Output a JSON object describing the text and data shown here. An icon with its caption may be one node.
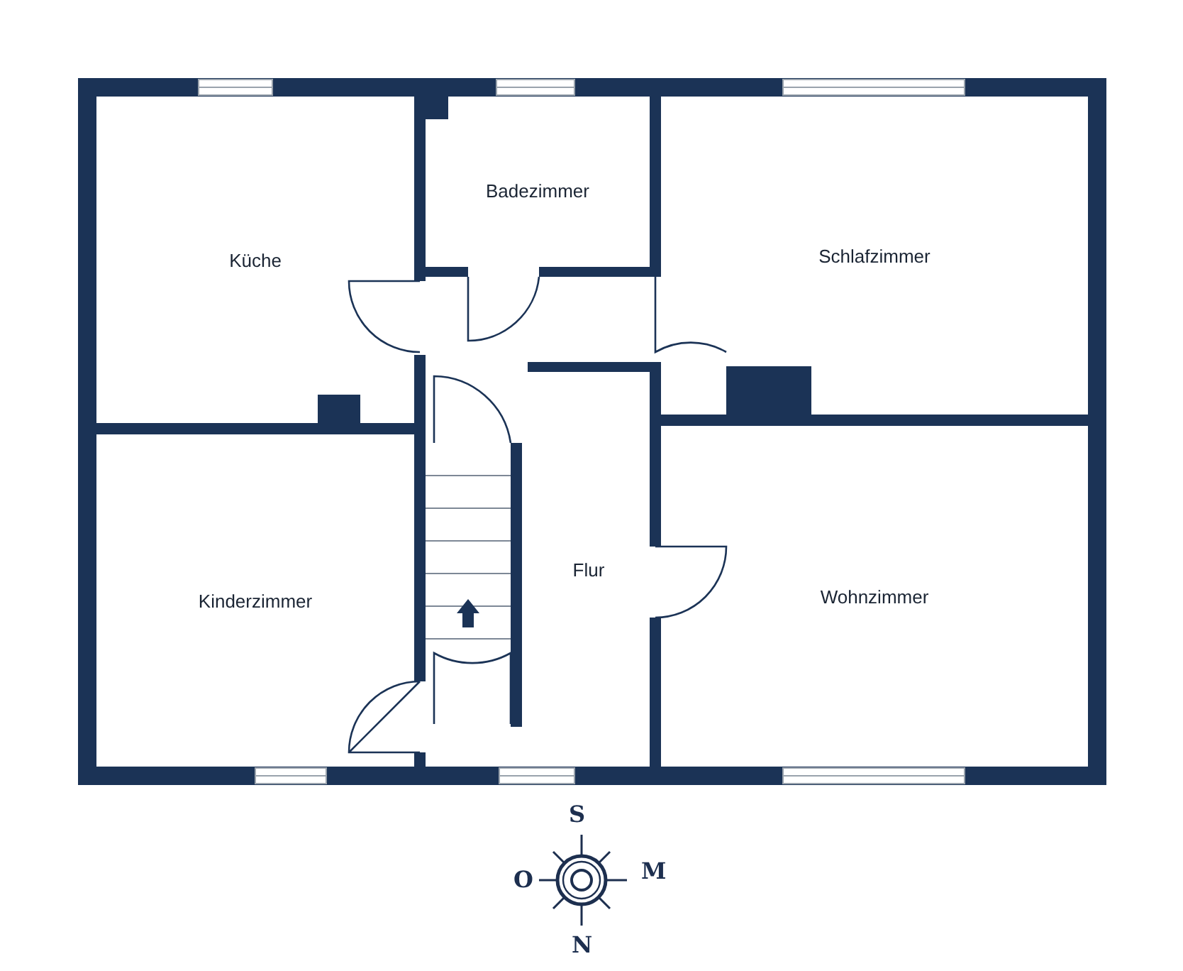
{
  "diagram": {
    "nodes": [
      {
        "text": [
          "Küche"
        ]
      },
      {
        "text": [
          "Badezimmer"
        ]
      },
      {
        "text": [
          "Schlafzimmer"
        ]
      },
      {
        "text": [
          "Flur"
        ]
      },
      {
        "text": [
          "Kinderzimmer"
        ]
      },
      {
        "text": [
          "Wohnzimmer"
        ]
      }
    ],
    "labels": [
      "S",
      "O",
      "M",
      "N"
    ]
  }
}
